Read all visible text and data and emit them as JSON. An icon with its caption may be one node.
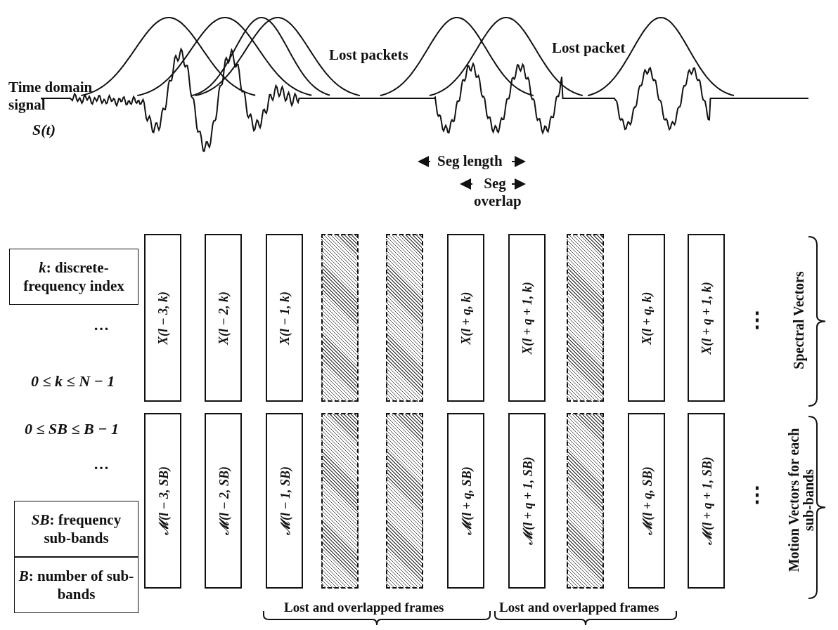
{
  "diagram": {
    "nodes": [
      {
        "text": [
          "*k*: discrete-frequency index"
        ]
      },
      {
        "text": [
          "X(l − 3, k)"
        ]
      },
      {
        "text": [
          "X(l − 2, k)"
        ]
      },
      {
        "text": [
          "X(l − 1, k)"
        ]
      },
      {
        "text": [],
        "shape": "box"
      },
      {
        "text": [],
        "shape": "box"
      },
      {
        "text": [
          "X(l + q, k)"
        ]
      },
      {
        "text": [
          "X(l + q + 1, k)"
        ]
      },
      {
        "text": [],
        "shape": "box"
      },
      {
        "text": [
          "X(l + q, k)"
        ]
      },
      {
        "text": [
          "X(l + q + 1, k)"
        ]
      },
      {
        "text": [
          "ℳ(l − 3, SB)"
        ]
      },
      {
        "text": [
          "ℳ(l − 2, SB)"
        ]
      },
      {
        "text": [
          "ℳ(l − 1, SB)"
        ]
      },
      {
        "text": [],
        "shape": "box"
      },
      {
        "text": [],
        "shape": "box"
      },
      {
        "text": [
          "ℳ(l + q, SB)"
        ]
      },
      {
        "text": [
          "ℳ(l + q + 1, SB)"
        ]
      },
      {
        "text": [],
        "shape": "box"
      },
      {
        "text": [
          "ℳ(l + q, SB)"
        ]
      },
      {
        "text": [
          "ℳ(l + q + 1, SB)"
        ]
      },
      {
        "text": [
          "*SB*: frequency sub-bands"
        ]
      },
      {
        "text": [
          "*B*: number of sub-bands"
        ]
      }
    ],
    "labels": [
      "Time domain signal",
      "Lost packets",
      "Lost packet",
      "S(t)",
      "Seg length",
      "Seg overlap",
      "…",
      "0 ≤ k ≤ N − 1",
      "⋮",
      "Spectral Vectors",
      "0 ≤ SB ≤ B − 1",
      "…",
      "⋮",
      "Motion Vectors for each sub-bands",
      "Lost and overlapped frames",
      "Lost and overlapped frames"
    ]
  }
}
